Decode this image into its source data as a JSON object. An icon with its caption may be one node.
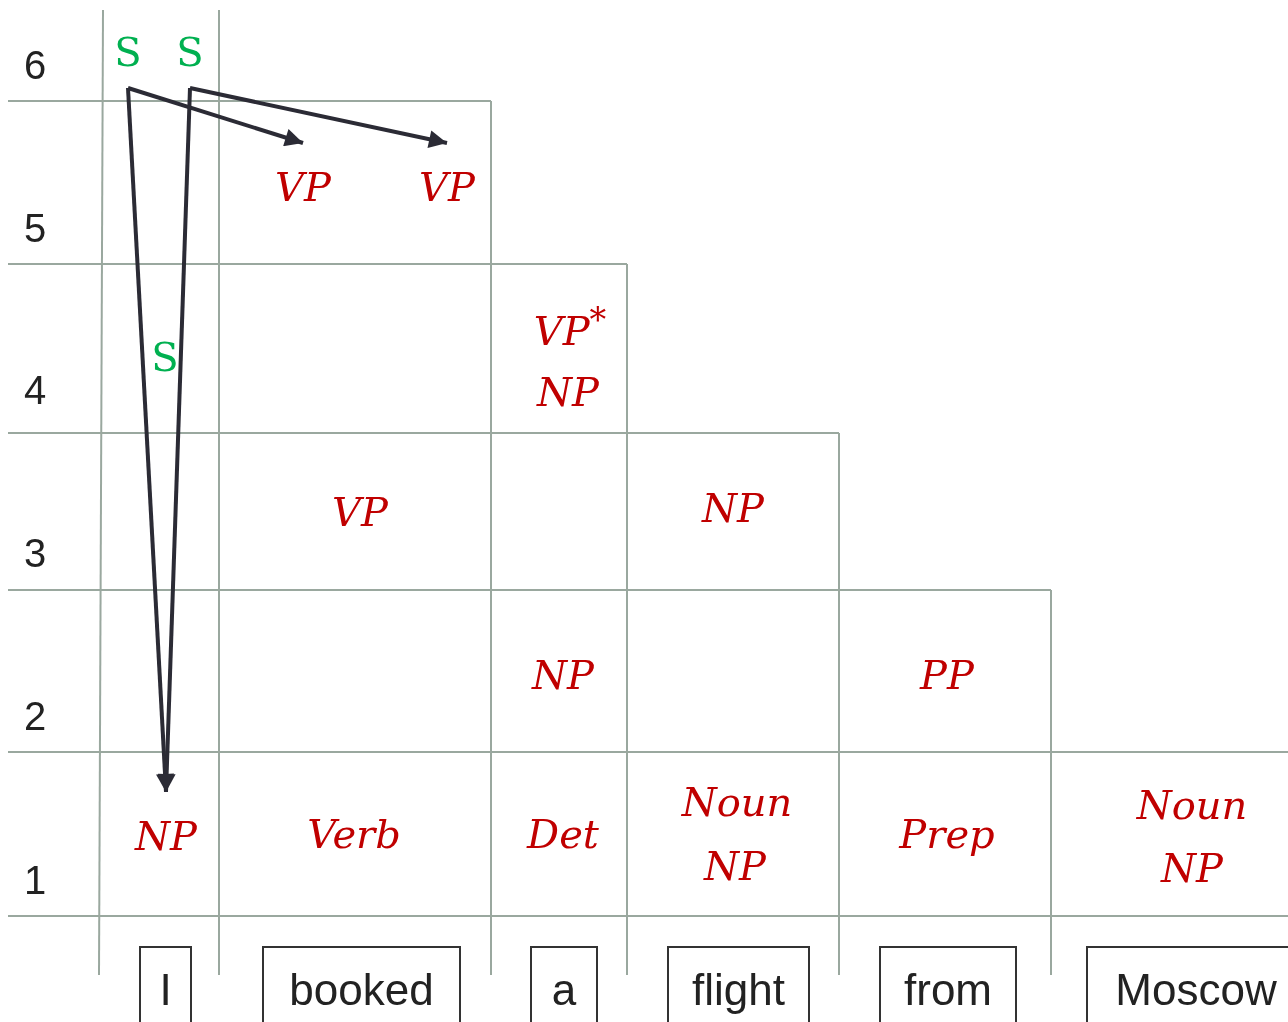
{
  "diagram": {
    "nodes": [
      {
        "text": [
          "S"
        ]
      },
      {
        "text": [
          "S"
        ]
      },
      {
        "text": [
          "VP"
        ]
      },
      {
        "text": [
          "VP"
        ]
      },
      {
        "text": [
          "NP"
        ]
      },
      {
        "text": [
          "I"
        ]
      },
      {
        "text": [
          "booked"
        ]
      },
      {
        "text": [
          "a"
        ]
      },
      {
        "text": [
          "flight"
        ]
      },
      {
        "text": [
          "from"
        ]
      },
      {
        "text": [
          "Moscow"
        ]
      }
    ],
    "edges": [
      {
        "from": 0,
        "to": 2,
        "arrow": "to"
      },
      {
        "from": 0,
        "to": 4,
        "arrow": "to"
      },
      {
        "from": 1,
        "to": 3,
        "arrow": "to"
      },
      {
        "from": 1,
        "to": 4,
        "arrow": "to"
      }
    ],
    "labels": [
      "6",
      "5",
      "S",
      "4",
      "VP$^{*}$",
      "NP",
      "VP",
      "3",
      "NP",
      "NP",
      "PP",
      "2",
      "Verb",
      "Det",
      "Noun",
      "NP",
      "Prep",
      "Noun",
      "NP",
      "1"
    ]
  }
}
